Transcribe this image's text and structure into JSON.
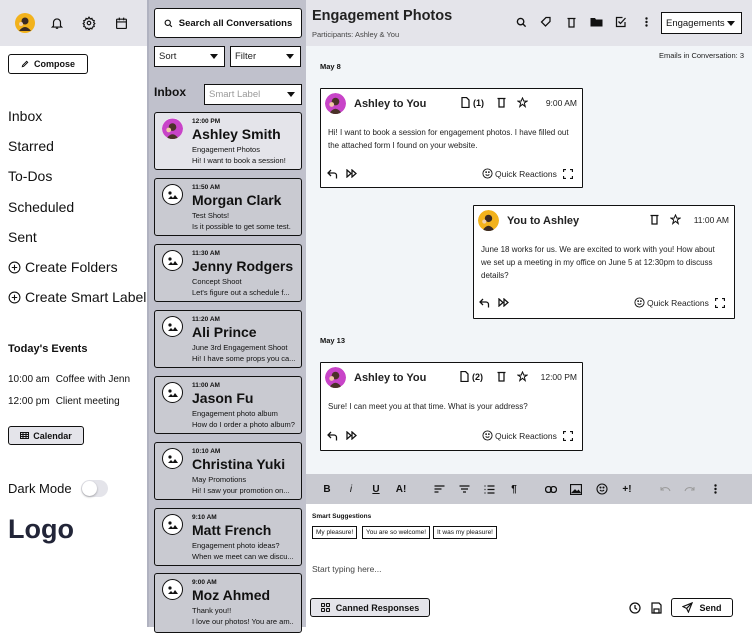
{
  "sidebar": {
    "compose_label": "Compose",
    "nav": [
      {
        "label": "Inbox"
      },
      {
        "label": "Starred"
      },
      {
        "label": "To-Dos"
      },
      {
        "label": "Scheduled"
      },
      {
        "label": "Sent"
      },
      {
        "label": "Create Folders",
        "icon": "plus-circle-icon"
      },
      {
        "label": "Create Smart Label",
        "icon": "plus-circle-icon"
      }
    ],
    "events_title": "Today's Events",
    "events": [
      {
        "time": "10:00 am",
        "title": "Coffee with Jenn"
      },
      {
        "time": "12:00 pm",
        "title": "Client meeting"
      }
    ],
    "calendar_label": "Calendar",
    "dark_mode_label": "Dark Mode",
    "dark_mode_on": false,
    "logo": "Logo"
  },
  "list": {
    "search_label": "Search all Conversations",
    "sort_label": "Sort",
    "filter_label": "Filter",
    "inbox_label": "Inbox",
    "smart_label_placeholder": "Smart Label",
    "conversations": [
      {
        "time": "12:00 PM",
        "name": "Ashley Smith",
        "subject": "Engagement Photos",
        "preview": "Hi! I want to book a session!",
        "active": true
      },
      {
        "time": "11:50 AM",
        "name": "Morgan Clark",
        "subject": "Test Shots!",
        "preview": "Is it possible to get some test."
      },
      {
        "time": "11:30 AM",
        "name": "Jenny Rodgers",
        "subject": "Concept Shoot",
        "preview": "Let's figure out a schedule f..."
      },
      {
        "time": "11:20 AM",
        "name": "Ali Prince",
        "subject": "June 3rd Engagement Shoot",
        "preview": "Hi! I have some props you ca..."
      },
      {
        "time": "11:00 AM",
        "name": "Jason Fu",
        "subject": "Engagement photo album",
        "preview": "How  do I order a photo album?"
      },
      {
        "time": "10:10 AM",
        "name": "Christina Yuki",
        "subject": "May Promotions",
        "preview": "Hi! I saw your promotion on..."
      },
      {
        "time": "9:10 AM",
        "name": "Matt French",
        "subject": "Engagement photo ideas?",
        "preview": "When we meet can we discu..."
      },
      {
        "time": "9:00 AM",
        "name": "Moz Ahmed",
        "subject": "Thank you!!",
        "preview": "I love our photos! You are am.."
      }
    ]
  },
  "conversation": {
    "title": "Engagement Photos",
    "participants": "Participants: Ashley & You",
    "label_select": "Engagements",
    "email_count": "Emails in Conversation: 3",
    "dates": [
      "May 8",
      "May 13"
    ],
    "messages": [
      {
        "from": "Ashley to You",
        "attachments": "(1)",
        "time": "9:00 AM",
        "body": "Hi! I want to book a session for engagement photos. I have filled out the attached form I found on your website.",
        "quick_reactions": "Quick Reactions"
      },
      {
        "from": "You to Ashley",
        "time": "11:00 AM",
        "body": "June 18 works for us. We are excited to work with you! How about we set up a meeting in my office on June 5 at 12:30pm to discuss details?",
        "quick_reactions": "Quick Reactions"
      },
      {
        "from": "Ashley to You",
        "attachments": "(2)",
        "time": "12:00 PM",
        "body": "Sure! I can meet you at that time. What is your address?",
        "quick_reactions": "Quick Reactions"
      }
    ]
  },
  "composer": {
    "format_tools": [
      "B",
      "i",
      "U",
      "A!"
    ],
    "smart_suggestions_title": "Smart Suggestions",
    "suggestions": [
      "My pleasure!",
      "You are so welcome!",
      "It was my pleasure!"
    ],
    "placeholder": "Start typing here...",
    "canned_label": "Canned Responses",
    "send_label": "Send"
  },
  "colors": {
    "sidebar_top": "#e4e4ea",
    "list_bg": "#c0c1cc",
    "card_bg": "#c9cad1",
    "card_active_bg": "#e4e4ea",
    "thread_bg": "#f2f5f8",
    "avatar_ring": "#c844c8",
    "user_avatar": "#f2b21c"
  }
}
